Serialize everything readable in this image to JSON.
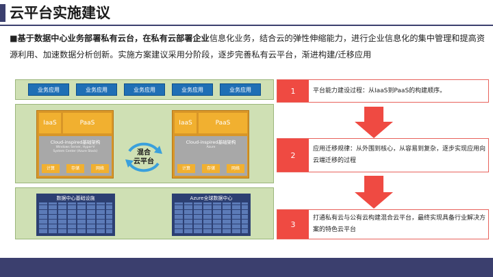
{
  "header": {
    "title": "云平台实施建议"
  },
  "intro": {
    "bold_part": "■基于数据中心业务部署私有云台，在私有云部署企业",
    "rest_part": "信息化业务，结合云的弹性伸缩能力，进行企业信息化的集中管理和提高资源利用、加速数据分析创新。实施方案建议采用分阶段，逐步完善私有云平台，渐进构建/迁移应用"
  },
  "diagram": {
    "apps": [
      "业务应用",
      "业务应用",
      "业务应用",
      "业务应用",
      "业务应用"
    ],
    "left_cloud": {
      "iaas": "IaaS",
      "paas": "PaaS",
      "inner_title": "Cloud-inspired基础架构",
      "inner_sub": "Windows Server, Hyper-V\nSystem Center (Azure Stack)",
      "services": [
        "计算",
        "存储",
        "网络"
      ]
    },
    "hybrid_label_1": "混合",
    "hybrid_label_2": "云平台",
    "right_cloud": {
      "iaas": "IaaS",
      "paas": "PaaS",
      "inner_title": "Cloud-inspired基础架构",
      "inner_sub": "Azure",
      "services": [
        "计算",
        "存储",
        "网络"
      ]
    },
    "left_infra": "数据中心基础设施",
    "right_infra": "Azure全球数据中心"
  },
  "steps": [
    {
      "num": "1",
      "text": "平台能力建设过程：从IaaS到PaaS的构建顺序。"
    },
    {
      "num": "2",
      "text": "应用迁移规律：从外围到核心，从容易到复杂，逐步实现应用向云端迁移的过程"
    },
    {
      "num": "3",
      "text": "打通私有云与公有云构建混合云平台，最终实现具备行业解决方案的特色云平台"
    }
  ],
  "colors": {
    "accent_dark": "#3b3f6e",
    "step_red": "#ef4a42",
    "cloud_orange": "#d89628",
    "app_blue": "#1f6fb5",
    "row_green": "#cfe0b4"
  }
}
